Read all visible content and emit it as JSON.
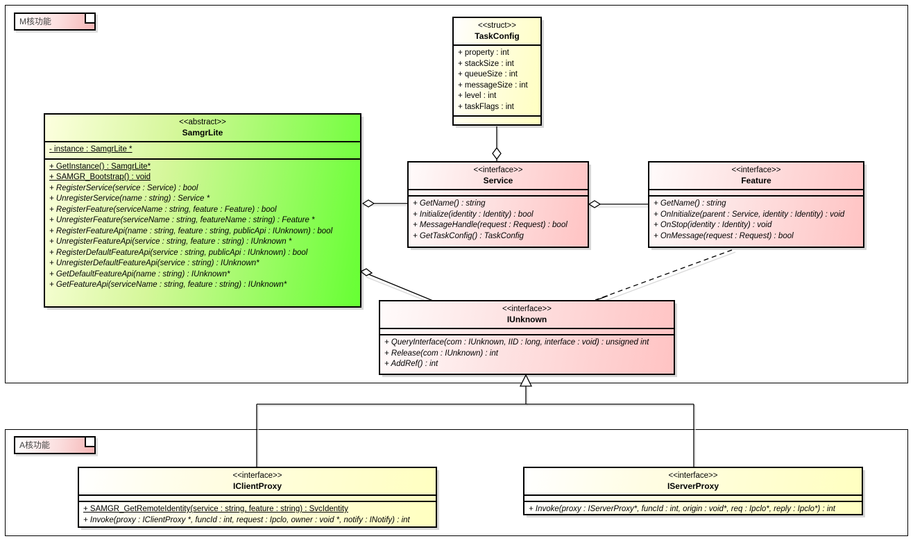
{
  "diagram": {
    "type": "uml-class-diagram",
    "packages": [
      {
        "id": "mcore",
        "label": "M核功能"
      },
      {
        "id": "acore",
        "label": "A核功能"
      }
    ],
    "classes": [
      {
        "id": "taskconfig",
        "stereotype": "<<struct>>",
        "name": "TaskConfig",
        "attributes": [
          "+ property : int",
          "+ stackSize : int",
          "+ queueSize : int",
          "+ messageSize : int",
          "+ level : int",
          "+ taskFlags : int"
        ],
        "operations": []
      },
      {
        "id": "samgrlite",
        "stereotype": "<<abstract>>",
        "name": "SamgrLite",
        "attributes": [
          "- instance : SamgrLite *"
        ],
        "operations": [
          "+ GetInstance() : SamgrLite*",
          "+ SAMGR_Bootstrap() : void",
          "+ RegisterService(service : Service) : bool",
          "+ UnregisterService(name : string) : Service *",
          "+ RegisterFeature(serviceName : string, feature : Feature) : bool",
          "+ UnregisterFeature(serviceName : string, featureName : string) : Feature *",
          "+ RegisterFeatureApi(name : string, feature : string, publicApi : IUnknown) : bool",
          "+ UnregisterFeatureApi(service : string, feature : string) : IUnknown *",
          "+ RegisterDefaultFeatureApi(service : string, publicApi : IUnknown) : bool",
          "+ UnregisterDefaultFeatureApi(service : string) : IUnknown*",
          "+ GetDefaultFeatureApi(name : string) : IUnknown*",
          "+ GetFeatureApi(serviceName : string, feature : string) : IUnknown*"
        ]
      },
      {
        "id": "service",
        "stereotype": "<<interface>>",
        "name": "Service",
        "attributes": [],
        "operations": [
          "+ GetName() : string",
          "+ Initialize(identity : Identity) : bool",
          "+ MessageHandle(request : Request) : bool",
          "+ GetTaskConfig() : TaskConfig"
        ]
      },
      {
        "id": "feature",
        "stereotype": "<<interface>>",
        "name": "Feature",
        "attributes": [],
        "operations": [
          "+ GetName() : string",
          "+ OnInitialize(parent : Service, identity : Identity) : void",
          "+ OnStop(identity : Identity) : void",
          "+ OnMessage(request : Request) : bool"
        ]
      },
      {
        "id": "iunknown",
        "stereotype": "<<interface>>",
        "name": "IUnknown",
        "attributes": [],
        "operations": [
          "+ QueryInterface(com : IUnknown, IID : long, interface : void) : unsigned int",
          "+ Release(com : IUnknown) : int",
          "+ AddRef() : int"
        ]
      },
      {
        "id": "iclientproxy",
        "stereotype": "<<interface>>",
        "name": "IClientProxy",
        "attributes": [],
        "operations": [
          "+ SAMGR_GetRemoteIdentity(service : string, feature : string) : SvcIdentity",
          "+ Invoke(proxy : IClientProxy *, funcId : int, request : Ipclo, owner : void *, notify : INotify) : int"
        ]
      },
      {
        "id": "iserverproxy",
        "stereotype": "<<interface>>",
        "name": "IServerProxy",
        "attributes": [],
        "operations": [
          "+ Invoke(proxy : IServerProxy*, funcId : int, origin : void*, req : Ipclo*, reply : Ipclo*) : int"
        ]
      }
    ],
    "relationships": [
      {
        "from": "service",
        "to": "taskconfig",
        "kind": "aggregation"
      },
      {
        "from": "samgrlite",
        "to": "service",
        "kind": "aggregation"
      },
      {
        "from": "feature",
        "to": "service",
        "kind": "aggregation"
      },
      {
        "from": "samgrlite",
        "to": "iunknown",
        "kind": "aggregation"
      },
      {
        "from": "feature",
        "to": "iunknown",
        "kind": "dependency"
      },
      {
        "from": "iclientproxy",
        "to": "iunknown",
        "kind": "generalization"
      },
      {
        "from": "iserverproxy",
        "to": "iunknown",
        "kind": "generalization"
      }
    ],
    "colors": {
      "interface_fill": "#ffc3c3",
      "struct_fill": "#ffffc0",
      "abstract_fill": "#66ff33",
      "line": "#000000",
      "package_border": "#000000"
    }
  }
}
